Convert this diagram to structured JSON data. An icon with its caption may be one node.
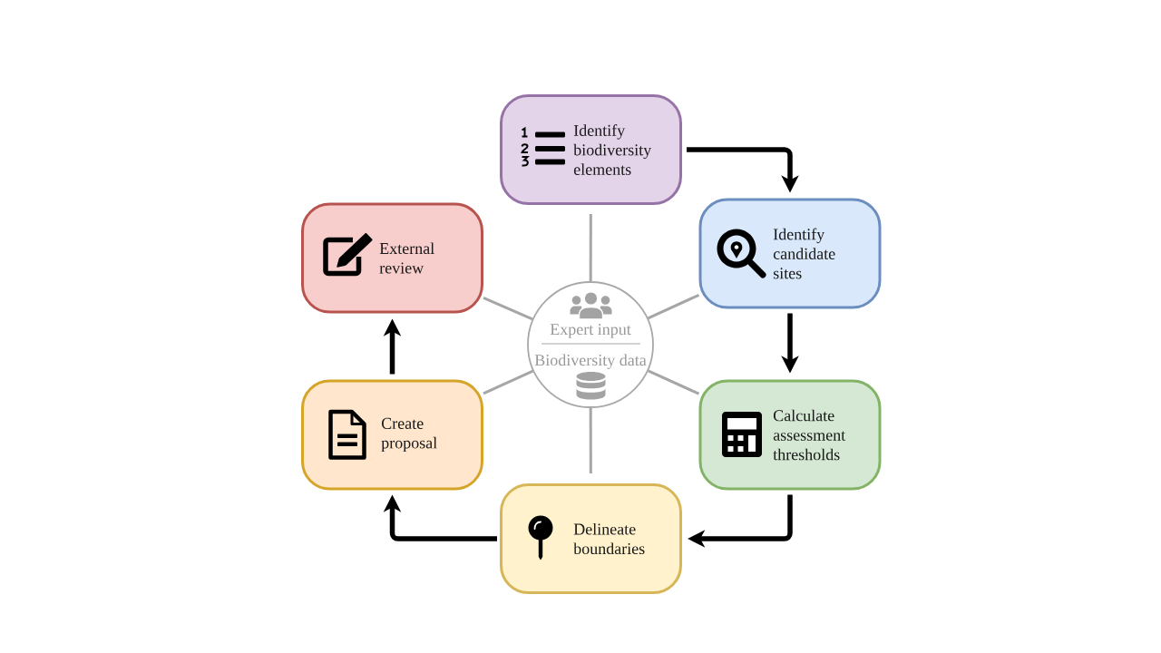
{
  "diagram": {
    "nodes": [
      {
        "text": [
          "Identify biodiversity elements"
        ]
      },
      {
        "text": [
          "Identify candidate sites"
        ]
      },
      {
        "text": [
          "Calculate assessment thresholds"
        ]
      },
      {
        "text": [
          "Delineate boundaries"
        ]
      },
      {
        "text": [
          "Create proposal"
        ]
      },
      {
        "text": [
          "External review"
        ]
      },
      {
        "text": [
          "Expert input",
          "Biodiversity data"
        ]
      }
    ],
    "edges": [
      {
        "from": 0,
        "to": 1,
        "arrow": "to",
        "style": "thick",
        "color": "#000000"
      },
      {
        "from": 1,
        "to": 2,
        "arrow": "to",
        "style": "thick",
        "color": "#000000"
      },
      {
        "from": 2,
        "to": 3,
        "arrow": "to",
        "style": "thick",
        "color": "#000000"
      },
      {
        "from": 3,
        "to": 4,
        "arrow": "to",
        "style": "thick",
        "color": "#000000"
      },
      {
        "from": 4,
        "to": 5,
        "arrow": "to",
        "style": "thick",
        "color": "#000000"
      },
      {
        "from": 6,
        "to": 0,
        "arrow": "none"
      },
      {
        "from": 6,
        "to": 1,
        "arrow": "none"
      },
      {
        "from": 6,
        "to": 2,
        "arrow": "none"
      },
      {
        "from": 6,
        "to": 3,
        "arrow": "none"
      },
      {
        "from": 6,
        "to": 4,
        "arrow": "none"
      },
      {
        "from": 6,
        "to": 5,
        "arrow": "none"
      }
    ]
  }
}
